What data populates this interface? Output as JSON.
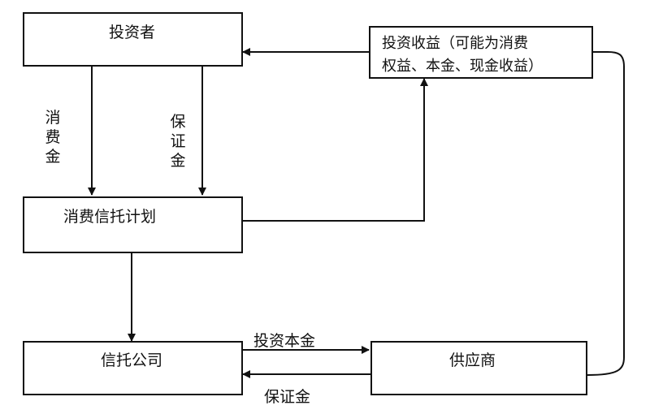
{
  "nodes": {
    "investor": {
      "label": "投资者"
    },
    "returns": {
      "line1": "投资收益（可能为消费",
      "line2": "权益、本金、现金收益）"
    },
    "plan": {
      "label": "消费信托计划"
    },
    "trust": {
      "label": "信托公司"
    },
    "supplier": {
      "label": "供应商"
    }
  },
  "edges": {
    "consumption_fund": {
      "label": "消费金"
    },
    "deposit_down": {
      "label": "保证金"
    },
    "principal": {
      "label": "投资本金"
    },
    "deposit_back": {
      "label": "保证金"
    }
  }
}
